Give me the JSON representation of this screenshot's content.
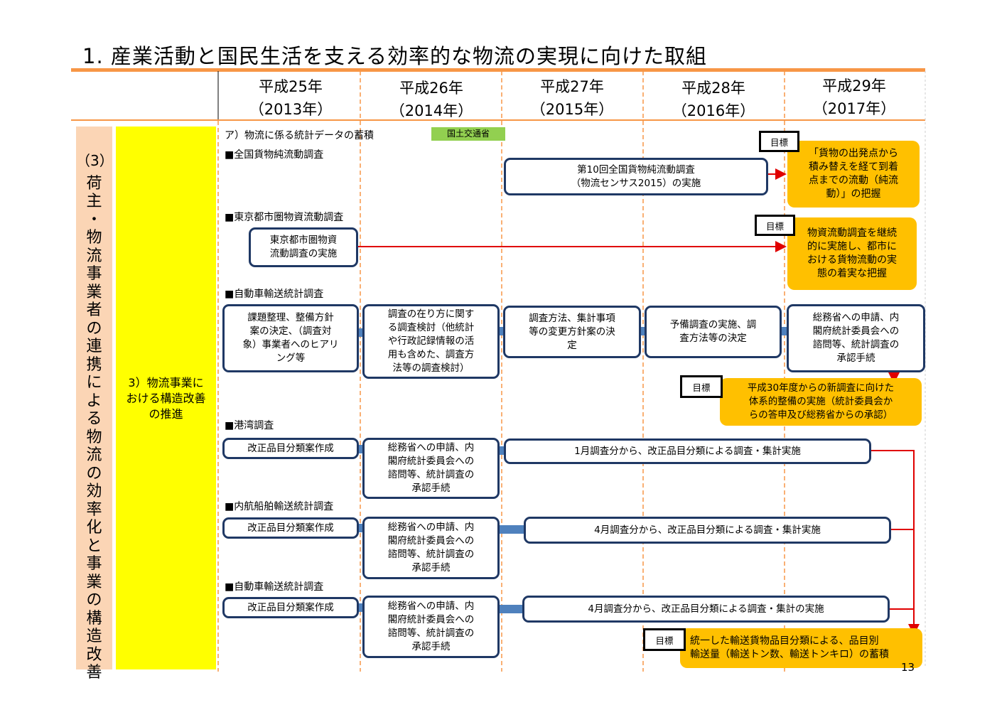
{
  "title": "1. 産業活動と国民生活を支える効率的な物流の実現に向けた取組",
  "years": [
    {
      "era": "平成25年",
      "ad": "（2013年）"
    },
    {
      "era": "平成26年",
      "ad": "（2014年）"
    },
    {
      "era": "平成27年",
      "ad": "（2015年）"
    },
    {
      "era": "平成28年",
      "ad": "（2016年）"
    },
    {
      "era": "平成29年",
      "ad": "（2017年）"
    }
  ],
  "left_band": {
    "number": "（3）",
    "text": "荷主・物流事業者の連携による物流の効率化と事業の構造改善"
  },
  "sub_heading": "3）物流事業における構造改善の推進",
  "section_a": "ア）物流に係る統計データの蓄積",
  "ministry_badge": "国土交通省",
  "goal_label": "目標",
  "sections": {
    "s1": "■全国貨物純流動調査",
    "s2": "■東京都市圏物資流動調査",
    "s3": "■自動車輸送統計調査",
    "s4": "■港湾調査",
    "s5": "■内航船舶輸送統計調査",
    "s6": "■自動車輸送統計調査"
  },
  "boxes": {
    "census": "第10回全国貨物純流動調査\n（物流センサス2015）の実施",
    "tokyo": "東京都市圏物資\n流動調査の実施",
    "auto1": "課題整理、整備方針\n案の決定、（調査対\n象）事業者へのヒアリ\nング等",
    "auto2": "調査の在り方に関す\nる調査検討（他統計\nや行政記録情報の活\n用も含めた、調査方\n法等の調査検討）",
    "auto3": "調査方法、集計事項\n等の変更方針案の決\n定",
    "auto4": "予備調査の実施、調\n査方法等の決定",
    "auto5": "総務省への申請、内\n閣府統計委員会への\n諮問等、統計調査の\n承認手続",
    "port1": "改正品目分類案作成",
    "port2": "総務省への申請、内\n閣府統計委員会への\n諮問等、統計調査の\n承認手続",
    "port3": "1月調査分から、改正品目分類による調査・集計実施",
    "ship1": "改正品目分類案作成",
    "ship2": "総務省への申請、内\n閣府統計委員会への\n諮問等、統計調査の\n承認手続",
    "ship3": "4月調査分から、改正品目分類による調査・集計実施",
    "car1": "改正品目分類案作成",
    "car2": "総務省への申請、内\n閣府統計委員会への\n諮問等、統計調査の\n承認手続",
    "car3": "4月調査分から、改正品目分類による調査・集計の実施"
  },
  "goals": {
    "g1": "「貨物の出発点から\n積み替えを経て到着\n点までの流動（純流\n動）」の把握",
    "g2": "物資流動調査を継続\n的に実施し、都市に\nおける貨物流動の実\n態の着実な把握",
    "g3": "平成30年度からの新調査に向けた\n体系的整備の実施（統計委員会か\nらの答申及び総務省からの承認）",
    "g4": "統一した輸送貨物品目分類による、品目別\n輸送量（輸送トン数、輸送トンキロ）の蓄積"
  },
  "page_number": "13",
  "colors": {
    "accent_orange": "#F79646",
    "goal_gold": "#FFC000",
    "box_border": "#1F3864",
    "arrow_blue": "#4F81BD",
    "arrow_red": "#E00000",
    "band_yellow": "#FFFF00",
    "band_peach": "#FBD5B5",
    "badge_green": "#92D050"
  }
}
